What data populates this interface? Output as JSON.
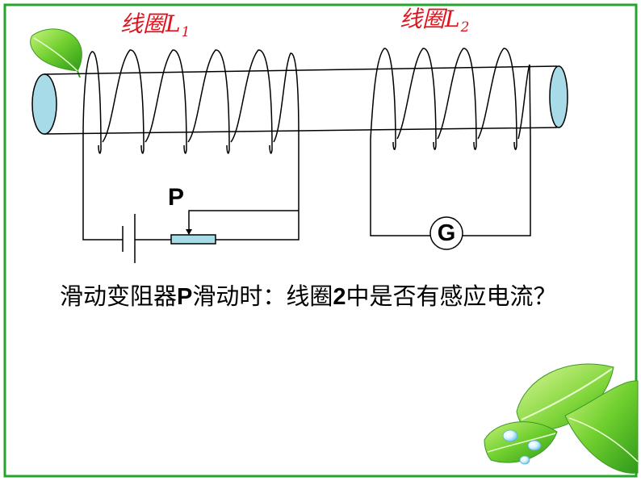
{
  "labels": {
    "coil1_prefix": "线圈",
    "coil1_letter": "L",
    "coil1_sub": "1",
    "coil2_prefix": "线圈",
    "coil2_letter": "L",
    "coil2_sub": "2",
    "rheostat_slider": "P",
    "galvanometer": "G"
  },
  "question": {
    "part1": "滑动变阻器",
    "part2": "P",
    "part3": "滑动时：线圈",
    "part4": "2",
    "part5": "中是否有感应电流？"
  },
  "colors": {
    "frame": "#24a52c",
    "tube_end": "#a6dbe7",
    "label_red": "#e0141e",
    "rheostat_fill": "#a6dbe7"
  }
}
